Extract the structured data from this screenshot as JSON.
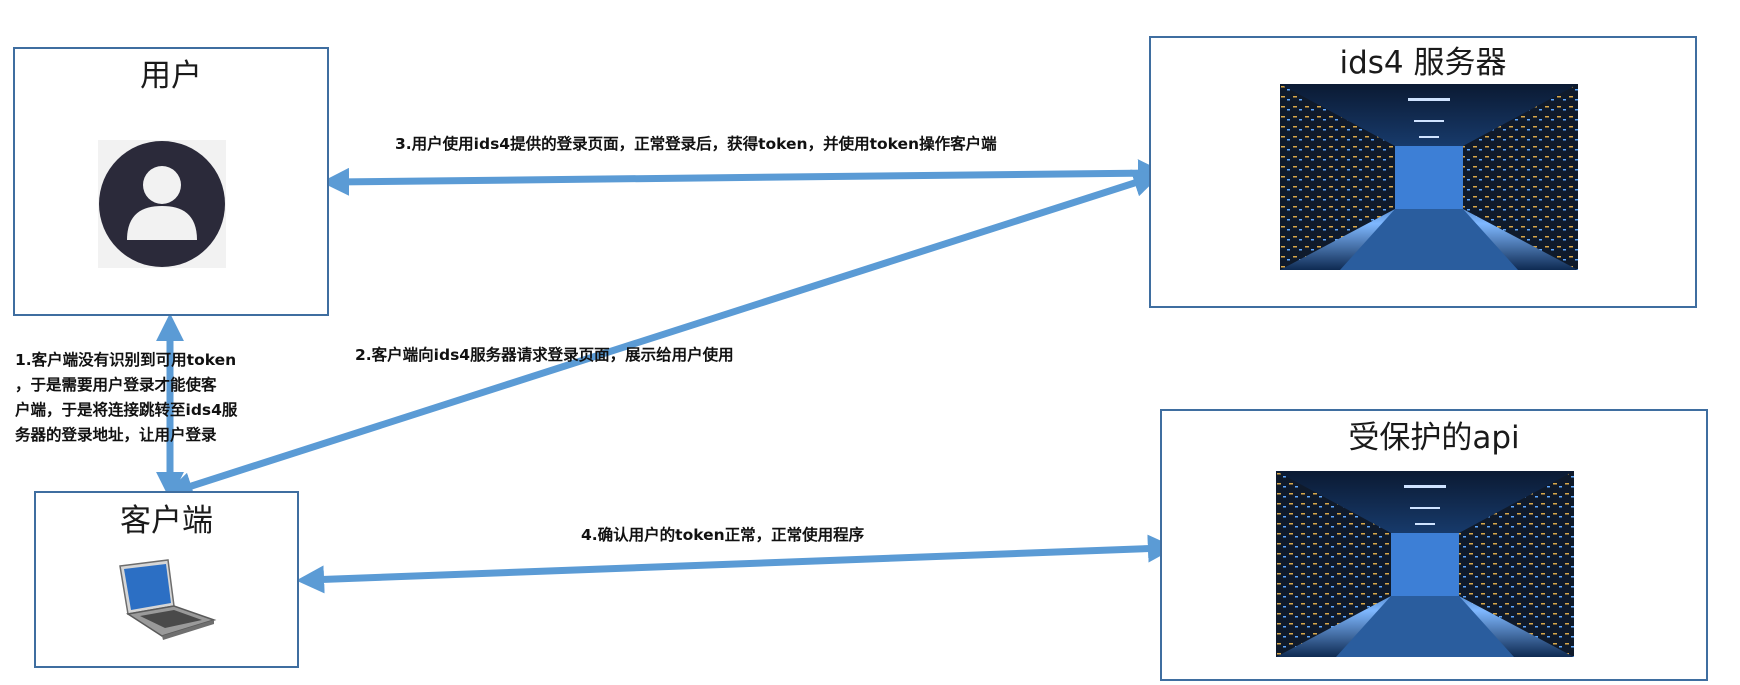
{
  "nodes": {
    "user": {
      "title": "用户",
      "icon": "user-avatar-icon"
    },
    "ids4": {
      "title": "ids4 服务器",
      "image": "server-room-image"
    },
    "client": {
      "title": "客户端",
      "icon": "laptop-icon"
    },
    "api": {
      "title": "受保护的api",
      "image": "server-room-image"
    }
  },
  "edges": [
    {
      "id": "step1",
      "from": "client",
      "to": "user",
      "label_lines": [
        "1.客户端没有识别到可用token",
        "，于是需要用户登录才能使客",
        "户端，于是将连接跳转至ids4服",
        "务器的登录地址，让用户登录"
      ]
    },
    {
      "id": "step2",
      "from": "client",
      "to": "ids4",
      "label": "2.客户端向ids4服务器请求登录页面，展示给用户使用"
    },
    {
      "id": "step3",
      "from": "user",
      "to": "ids4",
      "label": "3.用户使用ids4提供的登录页面，正常登录后，获得token，并使用token操作客户端"
    },
    {
      "id": "step4",
      "from": "client",
      "to": "api",
      "label": "4.确认用户的token正常，正常使用程序"
    }
  ],
  "colors": {
    "border": "#3f6ea0",
    "arrow": "#5b9bd5",
    "avatar": "#2b2a3a",
    "server_blue": "#1f4f8f"
  }
}
